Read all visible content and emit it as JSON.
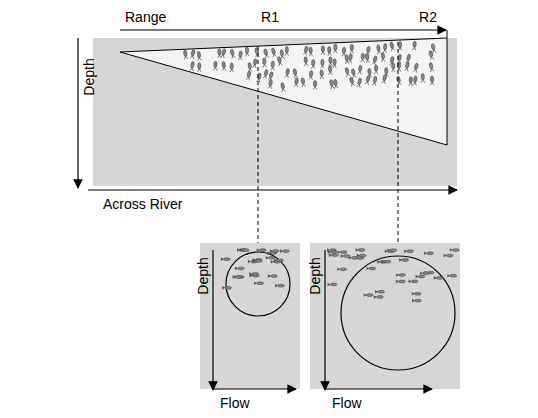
{
  "diagram": {
    "labels": [
      "Range",
      "R1",
      "R2",
      "Depth",
      "Across River",
      "Depth",
      "Flow",
      "Depth",
      "Flow"
    ]
  }
}
